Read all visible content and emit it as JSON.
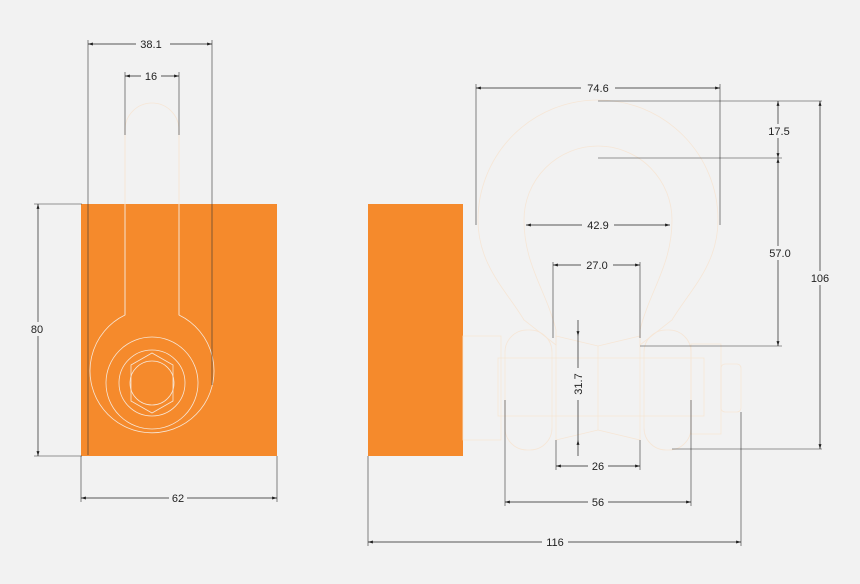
{
  "colors": {
    "part": "#f58a2c",
    "background": "#f2f2f2",
    "line": "#222222",
    "edge": "#f6e6d6"
  },
  "dimensions": {
    "side_width_outer": "38.1",
    "side_width_inner": "16",
    "side_height": "80",
    "side_base_width": "62",
    "front_outer_width": "74.6",
    "front_top_thickness": "17.5",
    "front_inner_width": "42.9",
    "front_inner_height": "57.0",
    "front_total_height": "106",
    "roller_top_width": "27.0",
    "roller_height": "31.7",
    "roller_bottom_width": "26",
    "legs_outer_width": "56",
    "total_length": "116"
  }
}
